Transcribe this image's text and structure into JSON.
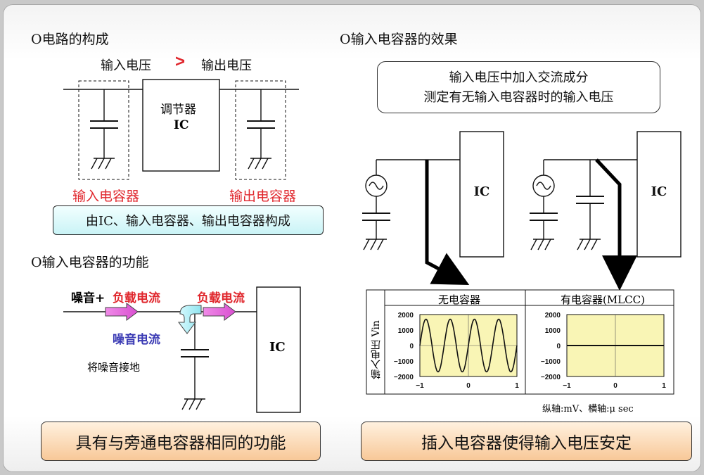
{
  "left": {
    "circuit_header": "O电路的构成",
    "voltage_in": "输入电压",
    "gt": ">",
    "voltage_out": "输出电压",
    "regulator_line1": "调节器",
    "regulator_line2": "IC",
    "input_cap_label": "输入电容器",
    "output_cap_label": "输出电容器",
    "composition_note": "由IC、输入电容器、输出电容器构成",
    "function_header": "O输入电容器的功能",
    "noise_plus": "噪音+",
    "load_current_1": "负载电流",
    "load_current_2": "负载电流",
    "noise_current": "噪音电流",
    "ground_note": "将噪音接地",
    "ic_label": "IC",
    "bypass_note": "具有与旁通电容器相同的功能"
  },
  "right": {
    "effect_header": "O输入电容器的效果",
    "method_line1": "输入电压中加入交流成分",
    "method_line2": "测定有无输入电容器时的输入电压",
    "ic_label_1": "IC",
    "ic_label_2": "IC",
    "table_col1": "无电容器",
    "table_col2": "有电容器(MLCC)",
    "y_label": "输入电压 Vin",
    "y_ticks": [
      "2000",
      "1000",
      "0",
      "−1000",
      "−2000"
    ],
    "x_ticks": [
      "−1",
      "0",
      "1"
    ],
    "axis_note": "纵轴:mV、横轴:μ sec",
    "stable_note": "插入电容器使得输入电压安定"
  },
  "colors": {
    "accent_red": "#e0262c",
    "noise_blue": "#3a3ab4",
    "plot_bg": "#f9f5b5",
    "arrow_pink": "#e85ad8",
    "arrow_cyan": "#a6eef5"
  },
  "chart_data": [
    {
      "type": "line",
      "title": "无电容器",
      "ylabel": "输入电压 Vin",
      "xlim": [
        -1,
        1
      ],
      "ylim": [
        -2000,
        2000
      ],
      "x_ticks": [
        -1,
        0,
        1
      ],
      "y_ticks": [
        2000,
        1000,
        0,
        -1000,
        -2000
      ],
      "grid": true,
      "series": [
        {
          "amplitude": 1700,
          "periods_in_range": 4
        }
      ]
    },
    {
      "type": "line",
      "title": "有电容器(MLCC)",
      "xlim": [
        -1,
        1
      ],
      "ylim": [
        -2000,
        2000
      ],
      "x_ticks": [
        -1,
        0,
        1
      ],
      "y_ticks": [
        2000,
        1000,
        0,
        -1000,
        -2000
      ],
      "grid": true,
      "series": [
        {
          "amplitude": 0
        }
      ]
    }
  ]
}
